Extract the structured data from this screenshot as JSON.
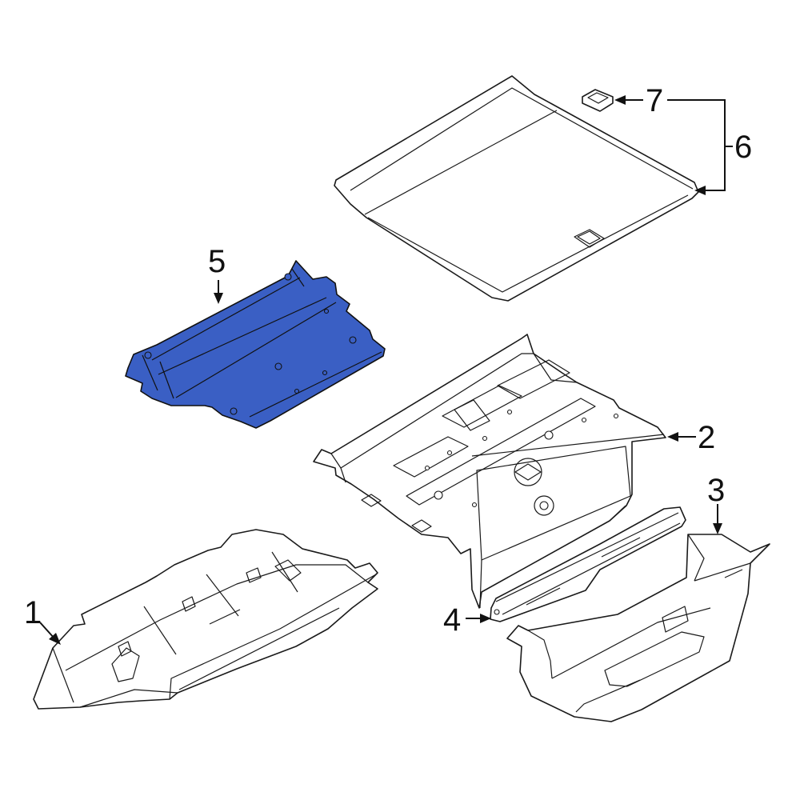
{
  "diagram": {
    "highlight_color": "#3a5fc4",
    "callouts": [
      {
        "id": "1",
        "label": "1"
      },
      {
        "id": "2",
        "label": "2"
      },
      {
        "id": "3",
        "label": "3"
      },
      {
        "id": "4",
        "label": "4"
      },
      {
        "id": "5",
        "label": "5"
      },
      {
        "id": "6",
        "label": "6"
      },
      {
        "id": "7",
        "label": "7"
      }
    ]
  }
}
